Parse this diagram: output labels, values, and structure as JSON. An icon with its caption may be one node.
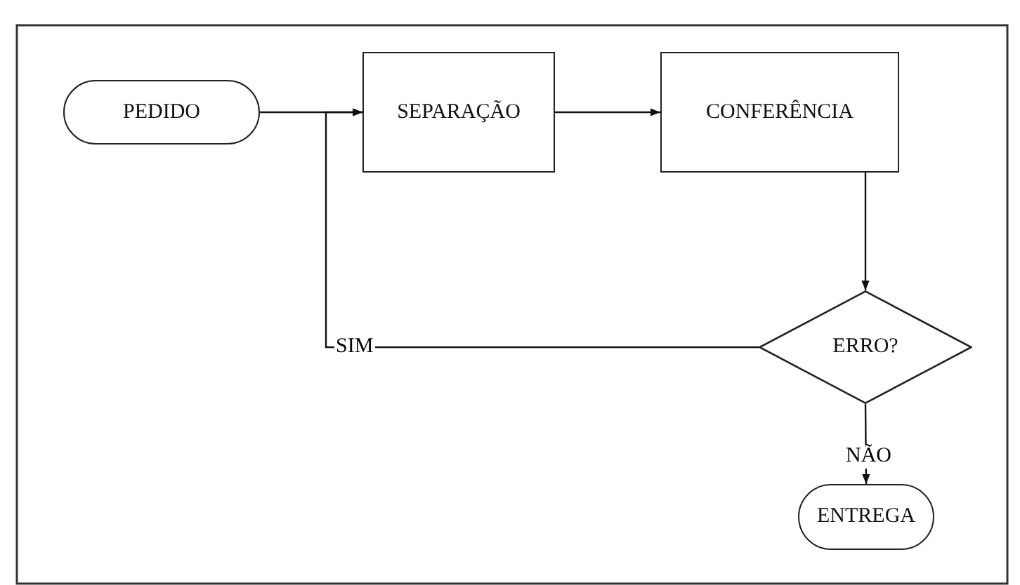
{
  "diagram": {
    "nodes": [
      {
        "text": [
          "PEDIDO"
        ]
      },
      {
        "text": [
          "SEPARAÇÃO"
        ]
      },
      {
        "text": [
          "CONFERÊNCIA"
        ]
      },
      {
        "text": [
          "ERRO?"
        ]
      },
      {
        "text": [
          "ENTREGA"
        ]
      }
    ],
    "edges": [
      {
        "from": 0,
        "to": 1,
        "arrow": "to"
      },
      {
        "from": 1,
        "to": 2,
        "arrow": "to"
      },
      {
        "from": 2,
        "to": 3,
        "arrow": "to"
      },
      {
        "from": 3,
        "to": 1,
        "arrow": "to",
        "label": "SIM"
      },
      {
        "from": 3,
        "to": 4,
        "arrow": "to",
        "label": "NÃO"
      }
    ]
  }
}
